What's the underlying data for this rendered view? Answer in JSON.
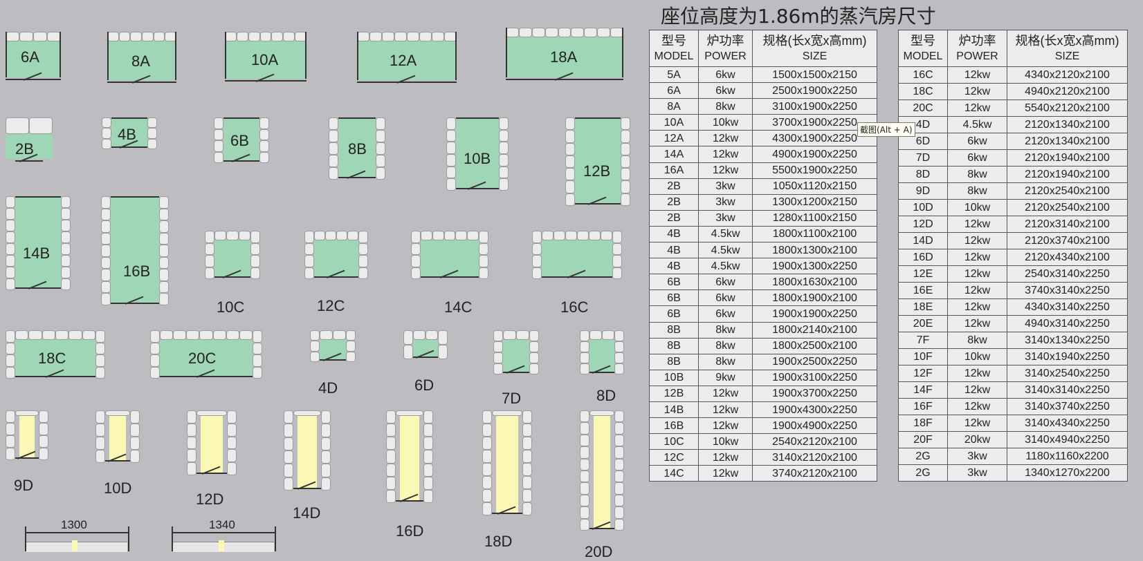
{
  "title": "座位高度为1.86m的蒸汽房尺寸",
  "tooltip": "截图(Alt + A)",
  "table_headers": {
    "model_cn": "型号",
    "model_en": "MODEL",
    "power_cn": "炉功率",
    "power_en": "POWER",
    "size_cn": "规格(长x宽x高mm)",
    "size_en": "SIZE"
  },
  "table_left": [
    [
      "5A",
      "6kw",
      "1500x1500x2150"
    ],
    [
      "6A",
      "6kw",
      "2500x1900x2250"
    ],
    [
      "8A",
      "8kw",
      "3100x1900x2250"
    ],
    [
      "10A",
      "10kw",
      "3700x1900x2250"
    ],
    [
      "12A",
      "12kw",
      "4300x1900x2250"
    ],
    [
      "14A",
      "12kw",
      "4900x1900x2250"
    ],
    [
      "16A",
      "12kw",
      "5500x1900x2250"
    ],
    [
      "2B",
      "3kw",
      "1050x1120x2150"
    ],
    [
      "2B",
      "3kw",
      "1300x1200x2150"
    ],
    [
      "2B",
      "3kw",
      "1280x1100x2150"
    ],
    [
      "4B",
      "4.5kw",
      "1800x1100x2100"
    ],
    [
      "4B",
      "4.5kw",
      "1800x1300x2100"
    ],
    [
      "4B",
      "4.5kw",
      "1900x1300x2250"
    ],
    [
      "6B",
      "6kw",
      "1800x1630x2100"
    ],
    [
      "6B",
      "6kw",
      "1800x1900x2100"
    ],
    [
      "6B",
      "6kw",
      "1900x1900x2250"
    ],
    [
      "8B",
      "8kw",
      "1800x2140x2100"
    ],
    [
      "8B",
      "8kw",
      "1800x2500x2100"
    ],
    [
      "8B",
      "8kw",
      "1900x2500x2250"
    ],
    [
      "10B",
      "9kw",
      "1900x3100x2250"
    ],
    [
      "12B",
      "12kw",
      "1900x3700x2250"
    ],
    [
      "14B",
      "12kw",
      "1900x4300x2250"
    ],
    [
      "16B",
      "12kw",
      "1900x4900x2250"
    ],
    [
      "10C",
      "10kw",
      "2540x2120x2100"
    ],
    [
      "12C",
      "12kw",
      "3140x2120x2100"
    ],
    [
      "14C",
      "12kw",
      "3740x2120x2100"
    ]
  ],
  "table_right": [
    [
      "16C",
      "12kw",
      "4340x2120x2100"
    ],
    [
      "18C",
      "12kw",
      "4940x2120x2100"
    ],
    [
      "20C",
      "12kw",
      "5540x2120x2100"
    ],
    [
      "4D",
      "4.5kw",
      "2120x1340x2100"
    ],
    [
      "6D",
      "6kw",
      "2120x1340x2100"
    ],
    [
      "7D",
      "6kw",
      "2120x1940x2100"
    ],
    [
      "8D",
      "8kw",
      "2120x1940x2100"
    ],
    [
      "9D",
      "8kw",
      "2120x2540x2100"
    ],
    [
      "10D",
      "10kw",
      "2120x2540x2100"
    ],
    [
      "12D",
      "12kw",
      "2120x3140x2100"
    ],
    [
      "14D",
      "12kw",
      "2120x3740x2100"
    ],
    [
      "16D",
      "12kw",
      "2120x4340x2100"
    ],
    [
      "12E",
      "12kw",
      "2540x3140x2250"
    ],
    [
      "16E",
      "12kw",
      "3740x3140x2250"
    ],
    [
      "18E",
      "12kw",
      "4340x3140x2250"
    ],
    [
      "20E",
      "12kw",
      "4940x3140x2250"
    ],
    [
      "7F",
      "8kw",
      "3140x1340x2250"
    ],
    [
      "10F",
      "10kw",
      "3140x1940x2250"
    ],
    [
      "12F",
      "12kw",
      "3140x2540x2250"
    ],
    [
      "14F",
      "12kw",
      "3140x3140x2250"
    ],
    [
      "16F",
      "12kw",
      "3140x3740x2250"
    ],
    [
      "18F",
      "12kw",
      "3140x4340x2250"
    ],
    [
      "20F",
      "20kw",
      "3140x4940x2250"
    ],
    [
      "2G",
      "3kw",
      "1180x1160x2200"
    ],
    [
      "2G",
      "3kw",
      "1340x1270x2200"
    ]
  ],
  "rooms": [
    {
      "label": "6A",
      "style": "A"
    },
    {
      "label": "8A",
      "style": "A"
    },
    {
      "label": "10A",
      "style": "A"
    },
    {
      "label": "12A",
      "style": "A"
    },
    {
      "label": "18A",
      "style": "A"
    },
    {
      "label": "2B",
      "style": "B2"
    },
    {
      "label": "4B",
      "style": "B"
    },
    {
      "label": "6B",
      "style": "B"
    },
    {
      "label": "8B",
      "style": "B"
    },
    {
      "label": "10B",
      "style": "B"
    },
    {
      "label": "12B",
      "style": "B"
    },
    {
      "label": "14B",
      "style": "B"
    },
    {
      "label": "16B",
      "style": "B"
    },
    {
      "label": "10C",
      "style": "C"
    },
    {
      "label": "12C",
      "style": "C"
    },
    {
      "label": "14C",
      "style": "C"
    },
    {
      "label": "16C",
      "style": "C"
    },
    {
      "label": "18C",
      "style": "C"
    },
    {
      "label": "20C",
      "style": "C"
    },
    {
      "label": "4D",
      "style": "D"
    },
    {
      "label": "6D",
      "style": "D"
    },
    {
      "label": "7D",
      "style": "D"
    },
    {
      "label": "8D",
      "style": "D"
    },
    {
      "label": "9D",
      "style": "Y"
    },
    {
      "label": "10D",
      "style": "Y"
    },
    {
      "label": "12D",
      "style": "Y"
    },
    {
      "label": "14D",
      "style": "Y"
    },
    {
      "label": "16D",
      "style": "Y"
    },
    {
      "label": "18D",
      "style": "Y"
    },
    {
      "label": "20D",
      "style": "Y"
    }
  ],
  "dimensions": [
    "1300",
    "1340"
  ]
}
